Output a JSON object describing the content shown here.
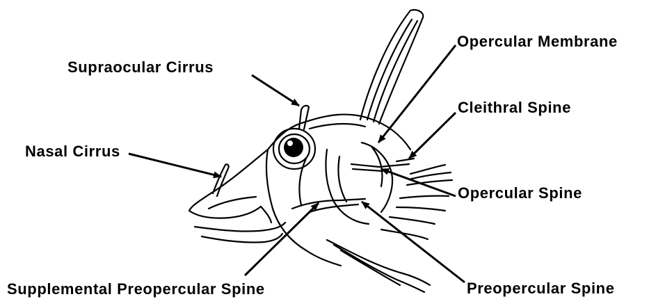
{
  "labels": {
    "supraocular_cirrus": "Supraocular Cirrus",
    "nasal_cirrus": "Nasal Cirrus",
    "supplemental_preopercular_spine": "Supplemental Preopercular Spine",
    "opercular_membrane": "Opercular Membrane",
    "cleithral_spine": "Cleithral Spine",
    "opercular_spine": "Opercular Spine",
    "preopercular_spine": "Preopercular Spine"
  },
  "colors": {
    "ink": "#000000",
    "background": "#ffffff"
  }
}
